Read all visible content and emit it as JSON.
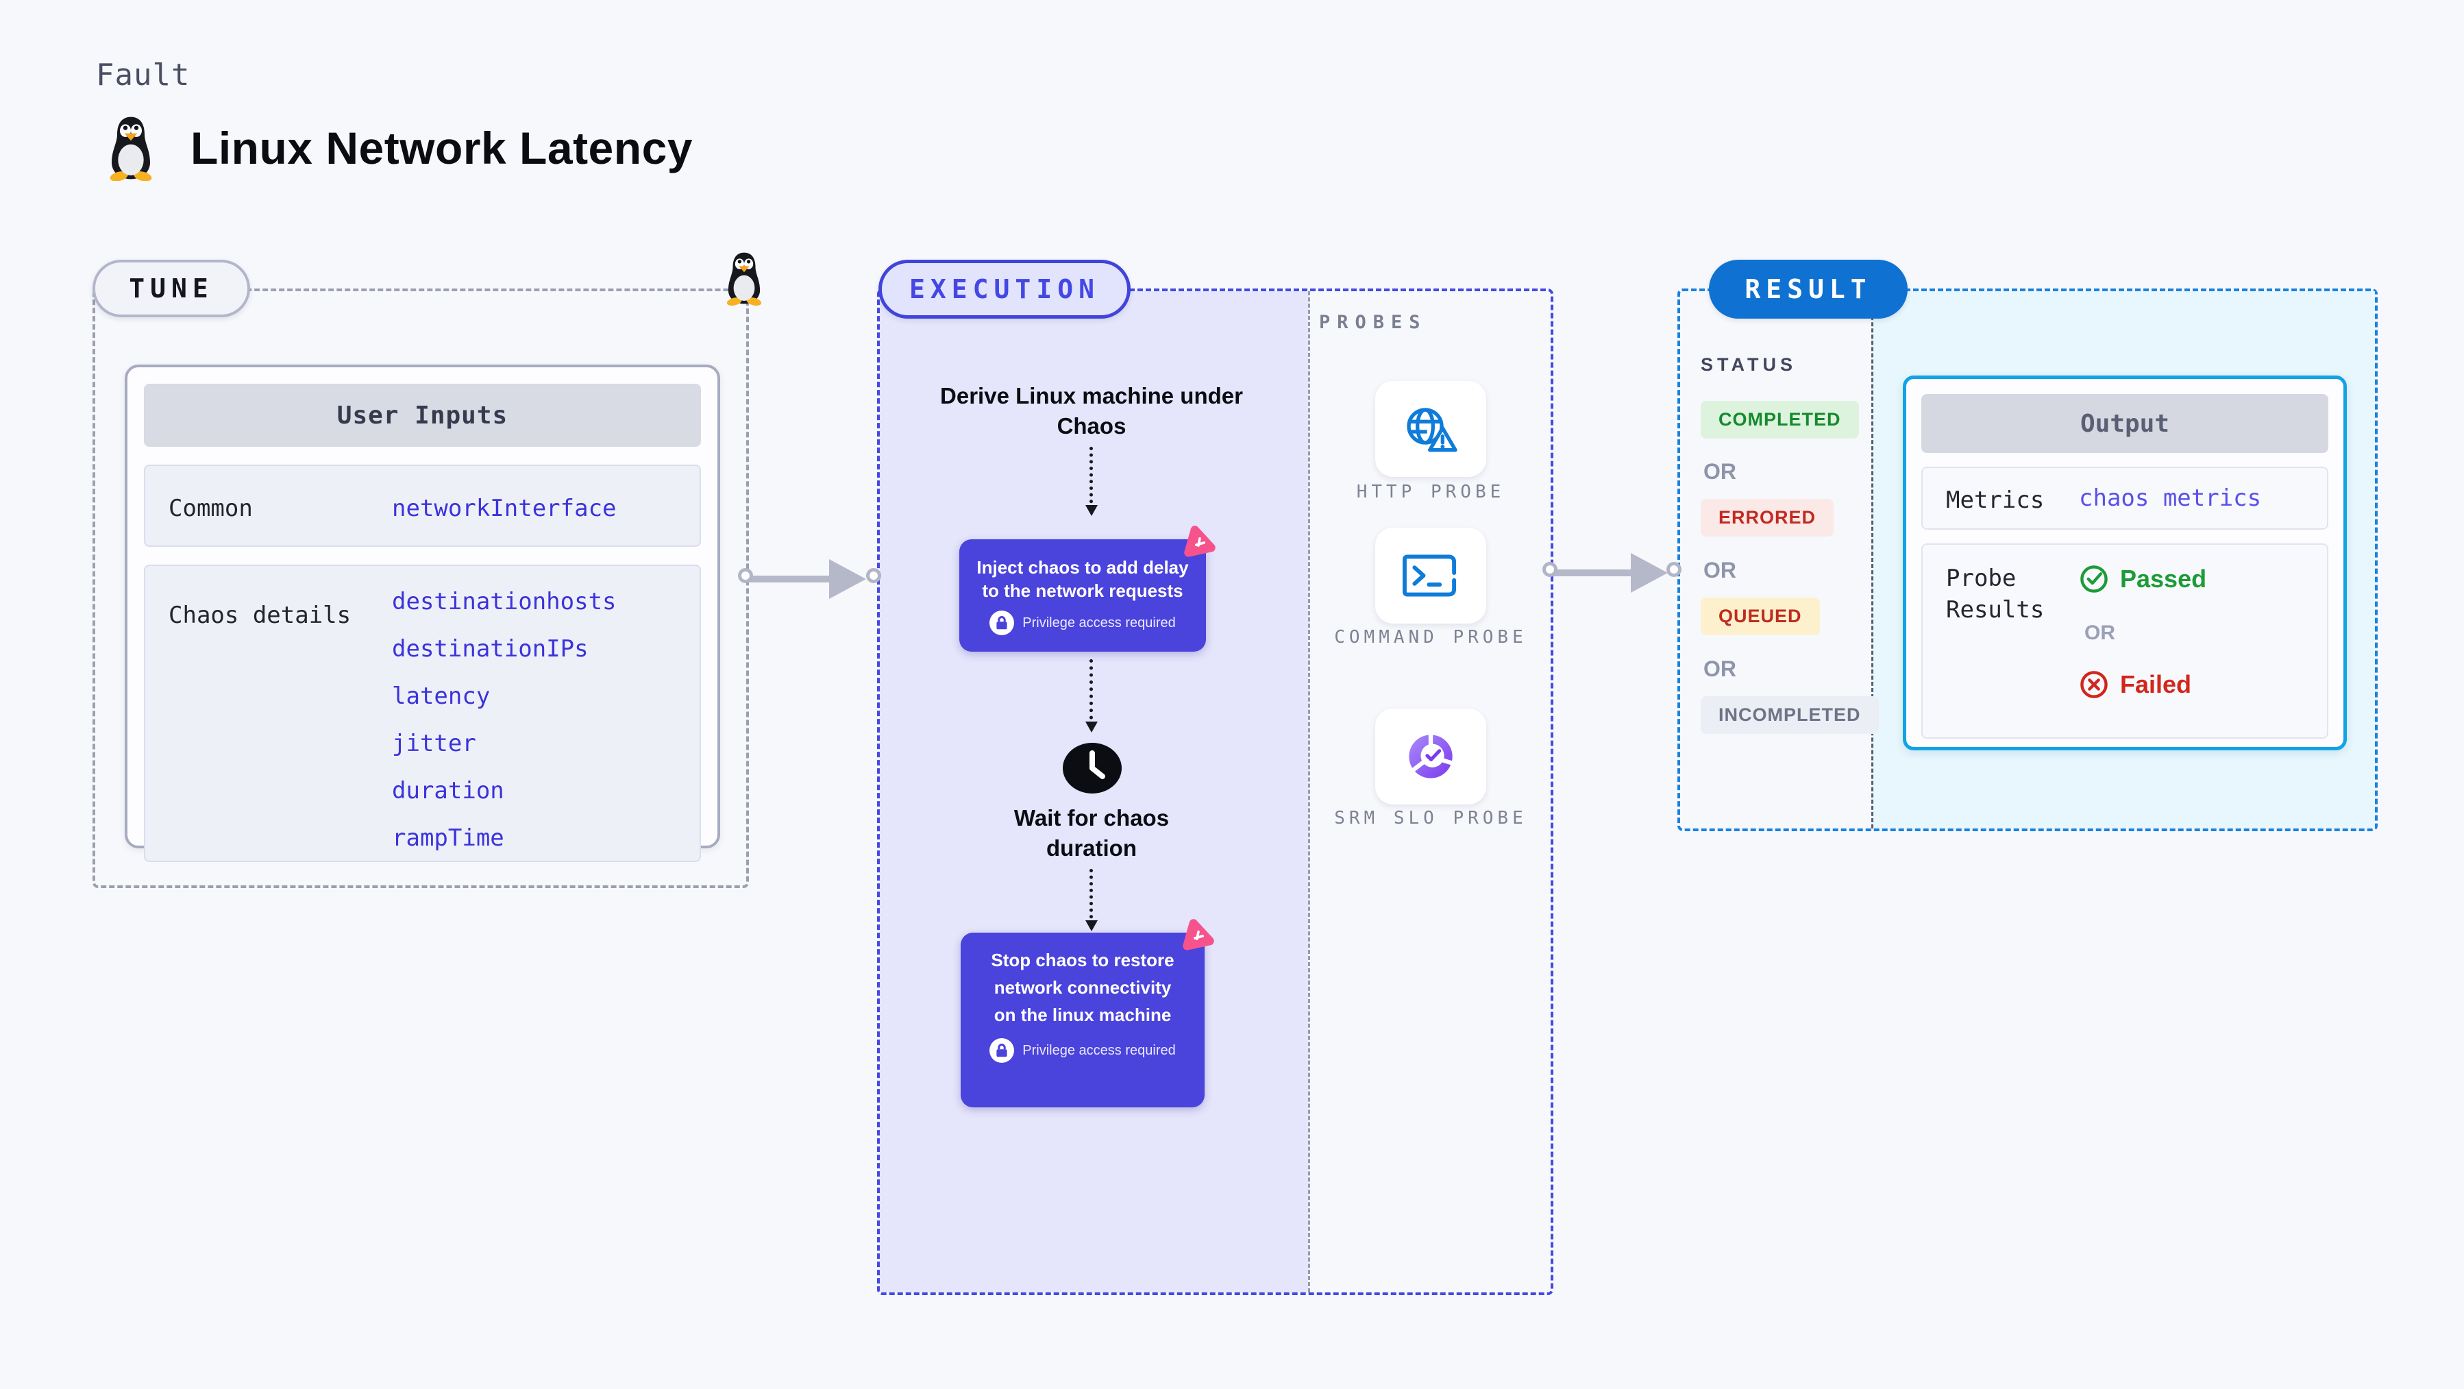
{
  "page": {
    "kicker": "Fault",
    "title": "Linux Network Latency"
  },
  "colors": {
    "accent_indigo": "#4a43dc",
    "accent_blue": "#0f72d2",
    "accent_cyan": "#12a3e6",
    "accent_pink": "#f6538c",
    "probe_icon_blue": "#0e7cd8",
    "srm_purple": "#7c3aed",
    "passed_green": "#1d9b38",
    "failed_red": "#d1271c"
  },
  "tune": {
    "badge": "TUNE",
    "table": {
      "header": "User Inputs",
      "rows": [
        {
          "label": "Common",
          "values": [
            "networkInterface"
          ]
        },
        {
          "label": "Chaos details",
          "values": [
            "destinationhosts",
            "destinationIPs",
            "latency",
            "jitter",
            "duration",
            "rampTime"
          ]
        }
      ]
    }
  },
  "execution": {
    "badge": "EXECUTION",
    "steps": {
      "derive": "Derive Linux machine under Chaos",
      "inject": "Inject chaos to add delay to the network requests",
      "wait": "Wait for chaos duration",
      "stop": "Stop chaos to restore network connectivity on the linux machine"
    },
    "privilege_note": "Privilege access required"
  },
  "probes": {
    "section_label": "PROBES",
    "items": [
      {
        "label": "HTTP PROBE",
        "icon": "globe-alert-icon"
      },
      {
        "label": "COMMAND PROBE",
        "icon": "terminal-icon"
      },
      {
        "label": "SRM SLO PROBE",
        "icon": "slo-donut-check-icon"
      }
    ]
  },
  "result": {
    "badge": "RESULT",
    "status_heading": "STATUS",
    "or_label": "OR",
    "statuses": [
      {
        "label": "COMPLETED",
        "variant": "green"
      },
      {
        "label": "ERRORED",
        "variant": "red"
      },
      {
        "label": "QUEUED",
        "variant": "yellow"
      },
      {
        "label": "INCOMPLETED",
        "variant": "gray"
      }
    ],
    "output": {
      "header": "Output",
      "metrics_label": "Metrics",
      "metrics_value": "chaos metrics",
      "probe_results_label": "Probe Results",
      "passed": "Passed",
      "or": "OR",
      "failed": "Failed"
    }
  }
}
